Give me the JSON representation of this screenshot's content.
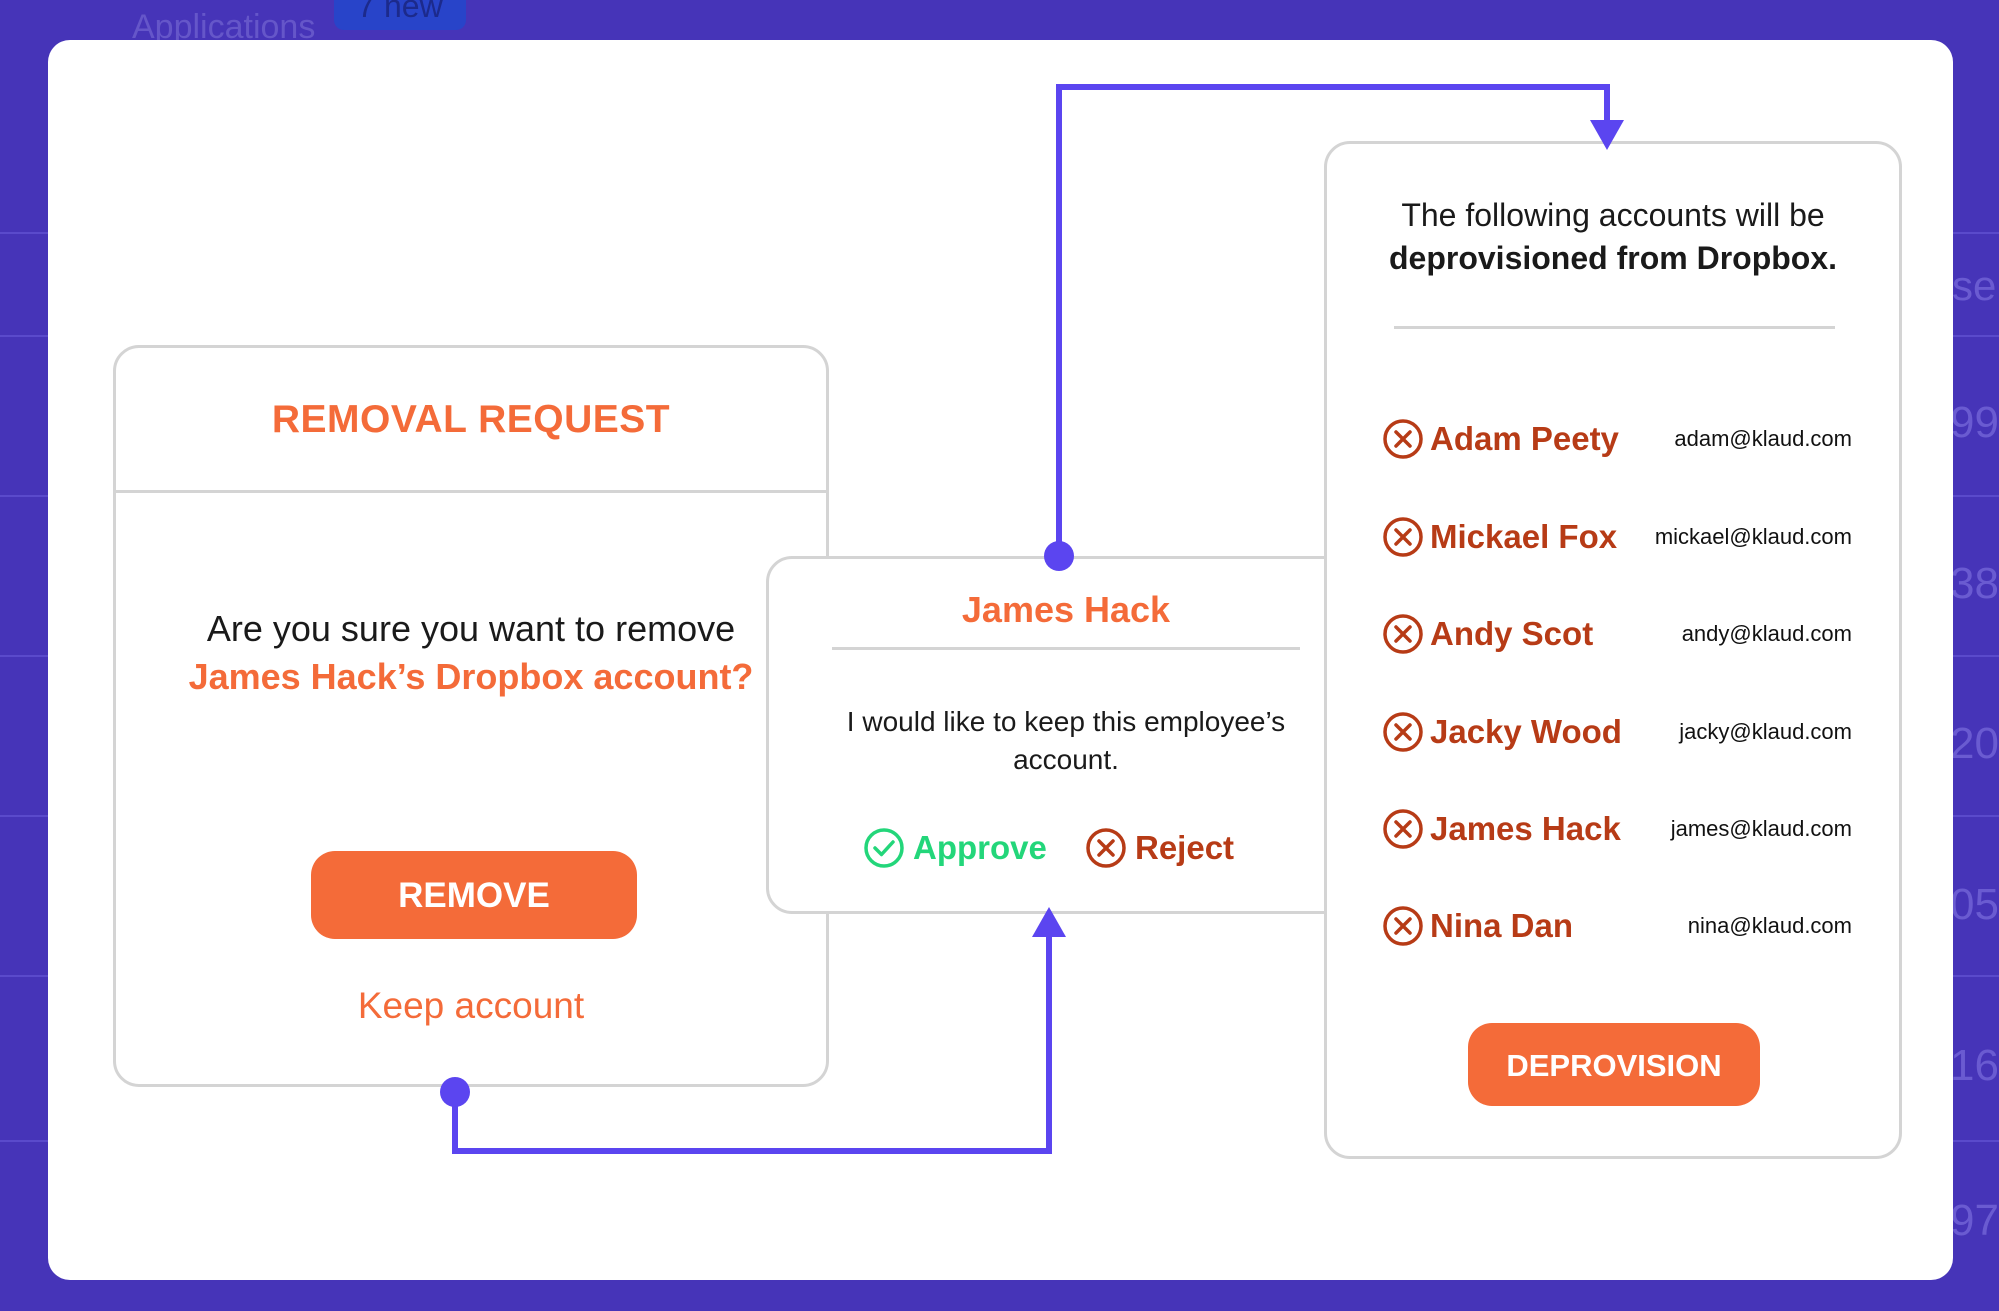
{
  "background": {
    "tab_label": "Applications",
    "badge_label": "7 new",
    "column_header": "se",
    "cells": [
      "99",
      "38",
      "20",
      "05",
      "16",
      "97"
    ]
  },
  "removal_request": {
    "title": "REMOVAL REQUEST",
    "question_prefix": "Are you sure you want to remove",
    "question_highlight": "James Hack’s Dropbox account?",
    "remove_button": "REMOVE",
    "keep_link": "Keep account"
  },
  "approval_card": {
    "name": "James Hack",
    "message": "I would like to keep this employee’s account.",
    "approve_label": "Approve",
    "reject_label": "Reject"
  },
  "deprovision_card": {
    "heading_line1": "The following accounts will be",
    "heading_bold": "deprovisioned from Dropbox.",
    "accounts": [
      {
        "name": "Adam Peety",
        "email": "adam@klaud.com"
      },
      {
        "name": "Mickael Fox",
        "email": "mickael@klaud.com"
      },
      {
        "name": "Andy Scot",
        "email": "andy@klaud.com"
      },
      {
        "name": "Jacky Wood",
        "email": "jacky@klaud.com"
      },
      {
        "name": "James Hack",
        "email": "james@klaud.com"
      },
      {
        "name": "Nina Dan",
        "email": "nina@klaud.com"
      }
    ],
    "deprovision_button": "DEPROVISION"
  },
  "colors": {
    "brand_orange": "#f46b39",
    "reject_red": "#b73b16",
    "approve_green": "#23d67a",
    "connector_purple": "#5b45f0",
    "backdrop": "#4634b8"
  }
}
